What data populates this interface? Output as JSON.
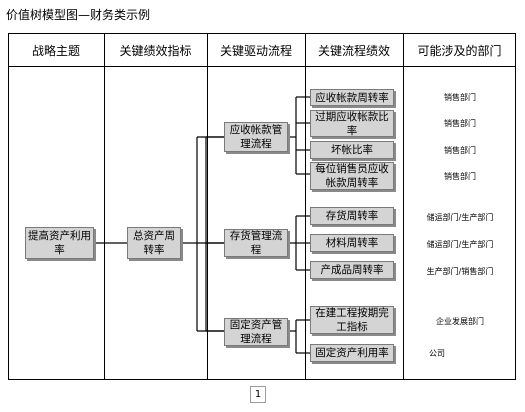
{
  "title": "价值树模型图—财务类示例",
  "headers": [
    "战略主题",
    "关键绩效指标",
    "关键驱动流程",
    "关键流程绩效",
    "可能涉及的部门"
  ],
  "strategy": "提高资产利用率",
  "kpi": "总资产周转率",
  "processes": [
    "应收帐款管理流程",
    "存货管理流程",
    "固定资产管理流程"
  ],
  "metrics": [
    "应收帐款周转率",
    "过期应收帐款比率",
    "坏帐比率",
    "每位销售员应收帐款周转率",
    "存货周转率",
    "材料周转率",
    "产成品周转率",
    "在建工程按期完工指标",
    "固定资产利用率"
  ],
  "departments": [
    "销售部门",
    "销售部门",
    "销售部门",
    "销售部门",
    "储运部门/生产部门",
    "储运部门/生产部门",
    "生产部门/销售部门",
    "企业发展部门",
    "公司"
  ],
  "page_number": "1"
}
